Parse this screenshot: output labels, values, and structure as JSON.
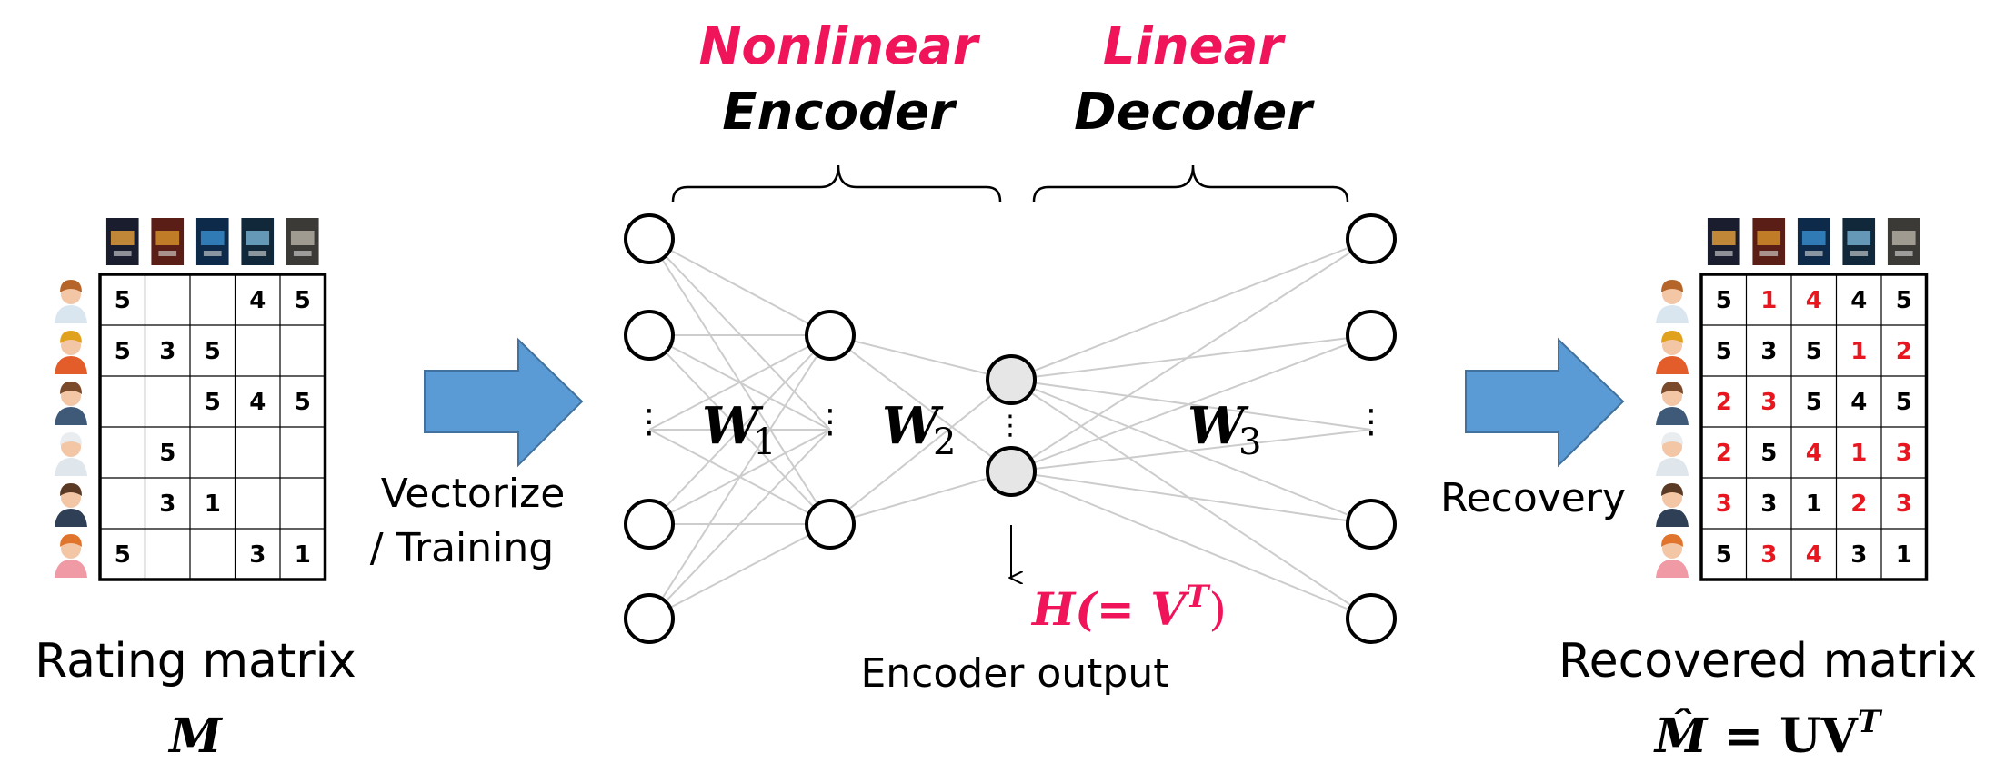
{
  "colors": {
    "accent": "#f0145a",
    "arrow": "#5b9bd5",
    "arrow_stroke": "#41719c",
    "recovered_value": "#e8171f",
    "edge": "#cccccc",
    "hidden_fill": "#e6e6e6"
  },
  "header": {
    "encoder_kind": "Nonlinear",
    "encoder_label": "Encoder",
    "decoder_kind": "Linear",
    "decoder_label": "Decoder"
  },
  "weights": [
    {
      "base": "W",
      "sub": "1"
    },
    {
      "base": "W",
      "sub": "2"
    },
    {
      "base": "W",
      "sub": "3"
    }
  ],
  "ellipsis": "⋮",
  "arrows": {
    "left_line1": "Vectorize",
    "left_line2": "/ Training",
    "right": "Recovery"
  },
  "encoder_output": {
    "formula_prefix": "H(= V",
    "formula_sup": "T",
    "formula_suffix": ")",
    "label": "Encoder output"
  },
  "rating_matrix": {
    "title": "Rating matrix",
    "symbol": "M",
    "poster_icons": [
      "star-wars-poster-icon",
      "avengers-poster-icon",
      "sci-fi-poster-icon",
      "space-poster-icon",
      "drama-poster-icon"
    ],
    "user_icons": [
      "doctor-user-icon",
      "farmer-user-icon",
      "mechanic-user-icon",
      "chef-user-icon",
      "businessman-user-icon",
      "woman-user-icon"
    ],
    "rows": [
      [
        "5",
        "",
        "",
        "4",
        "5"
      ],
      [
        "5",
        "3",
        "5",
        "",
        ""
      ],
      [
        "",
        "",
        "5",
        "4",
        "5"
      ],
      [
        "",
        "5",
        "",
        "",
        ""
      ],
      [
        "",
        "3",
        "1",
        "",
        ""
      ],
      [
        "5",
        "",
        "",
        "3",
        "1"
      ]
    ]
  },
  "recovered_matrix": {
    "title": "Recovered matrix",
    "formula_lhs": "M̂",
    "formula_eq": " = UV",
    "formula_sup": "T",
    "rows": [
      [
        "5",
        "1",
        "4",
        "4",
        "5"
      ],
      [
        "5",
        "3",
        "5",
        "1",
        "2"
      ],
      [
        "2",
        "3",
        "5",
        "4",
        "5"
      ],
      [
        "2",
        "5",
        "4",
        "1",
        "3"
      ],
      [
        "3",
        "3",
        "1",
        "2",
        "3"
      ],
      [
        "5",
        "3",
        "4",
        "3",
        "1"
      ]
    ],
    "recovered_mask": [
      [
        false,
        true,
        true,
        false,
        false
      ],
      [
        false,
        false,
        false,
        true,
        true
      ],
      [
        true,
        true,
        false,
        false,
        false
      ],
      [
        true,
        false,
        true,
        true,
        true
      ],
      [
        true,
        false,
        false,
        true,
        true
      ],
      [
        false,
        true,
        true,
        false,
        false
      ]
    ]
  }
}
